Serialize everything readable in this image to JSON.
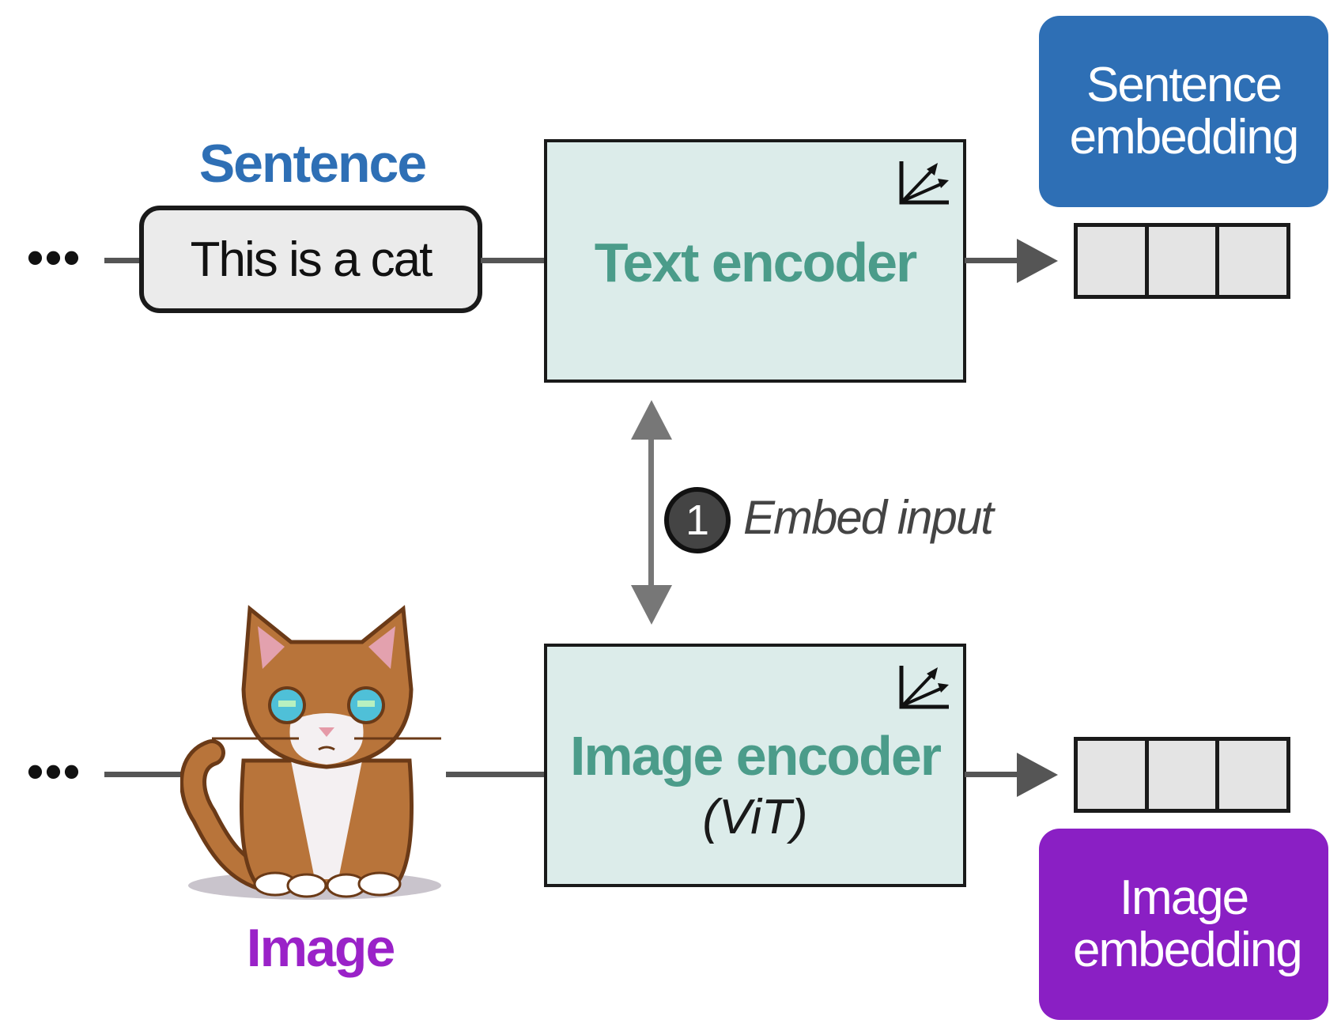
{
  "sentence_branch": {
    "label": "Sentence",
    "input_text": "This is a cat",
    "ellipsis": "•••"
  },
  "image_branch": {
    "label": "Image",
    "ellipsis": "•••",
    "image_icon": "pixel-art-cat"
  },
  "text_encoder": {
    "title": "Text encoder",
    "icon": "vector-axes-icon"
  },
  "image_encoder": {
    "title": "Image encoder",
    "subtitle": "(ViT)",
    "icon": "vector-axes-icon"
  },
  "step": {
    "number": "1",
    "label": "Embed input"
  },
  "outputs": {
    "sentence_embedding": "Sentence embedding",
    "image_embedding": "Image embedding"
  },
  "colors": {
    "sentence": "#2e6fb5",
    "image": "#9a22c8",
    "encoder_fill": "#dcecea",
    "encoder_title": "#4b9c8a",
    "sentence_embedding_box": "#2e6fb5",
    "image_embedding_box": "#8a1fc4"
  }
}
